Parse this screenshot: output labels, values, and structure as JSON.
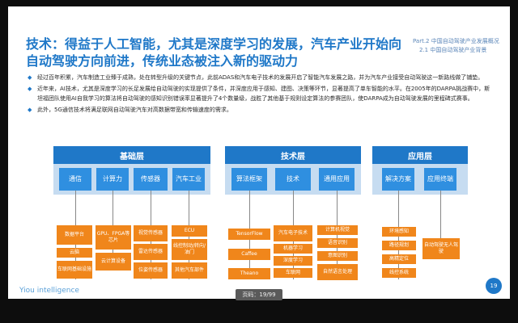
{
  "title": "技术：得益于人工智能，尤其是深度学习的发展，汽车产业开始向自动驾驶方向前进，传统业态被注入新的驱动力",
  "part": {
    "line1": "Part.2 中国自动驾驶产业发展概况",
    "line2": "2.1 中国自动驾驶产业背景"
  },
  "bullets": [
    "经过百年积累，汽车制造工业臻于成熟，处在转型升级的关键节点，此前ADAS和汽车电子技术的发展开启了智能汽车发展之路，并为汽车产业接受自动驾驶这一新路线做了铺垫。",
    "近年来，AI技术，尤其是深度学习的长足发展给自动驾驶的实现提供了条件，并深度应用于感知、建图、决策等环节，显著提高了单车智能的水平。在2005年的DARPA挑战赛中，斯坦福团队使用AI自我学习的算法将自动驾驶的感知识别错误率显著提升了4个数量级，战胜了其他基于规则设定算法的参赛团队，使DARPA成为自动驾驶发展的里程碑式赛事。",
    "此外，5G通信技术将满足联网自动驾驶汽车对高数据带宽和传输速度的需求。"
  ],
  "diagram": {
    "panels": [
      {
        "header": "基础层",
        "subs": [
          "通信",
          "计算力",
          "传感器",
          "汽车工业"
        ],
        "items": [
          [
            "数据平台",
            "云脑",
            "车联网基础设施"
          ],
          [
            "GPU、FPGA等芯片",
            "云计算设备"
          ],
          [
            "视觉传感器",
            "雷达传感器",
            "位姿传感器"
          ],
          [
            "ECU",
            "线控制动/转向/油门",
            "其他汽车部件"
          ]
        ]
      },
      {
        "header": "技术层",
        "subs": [
          "算法框架",
          "技术",
          "通用应用"
        ],
        "items": [
          [
            "TensorFlow",
            "Caffee",
            "Theano"
          ],
          [
            "汽车电子技术",
            "机器学习",
            "深度学习",
            "车联网"
          ],
          [
            "计算机视觉",
            "语音识别",
            "意图识别",
            "自然语言处理"
          ]
        ]
      },
      {
        "header": "应用层",
        "subs": [
          "解决方案",
          "应用终端"
        ],
        "items": [
          [
            "环境感知",
            "路径规划",
            "高精定位",
            "线控系统"
          ],
          [
            "自动驾驶无人驾驶"
          ]
        ]
      }
    ]
  },
  "footer": {
    "logo": "Yiou intelligence",
    "page_number": "19",
    "pager": "页码：19/99"
  }
}
